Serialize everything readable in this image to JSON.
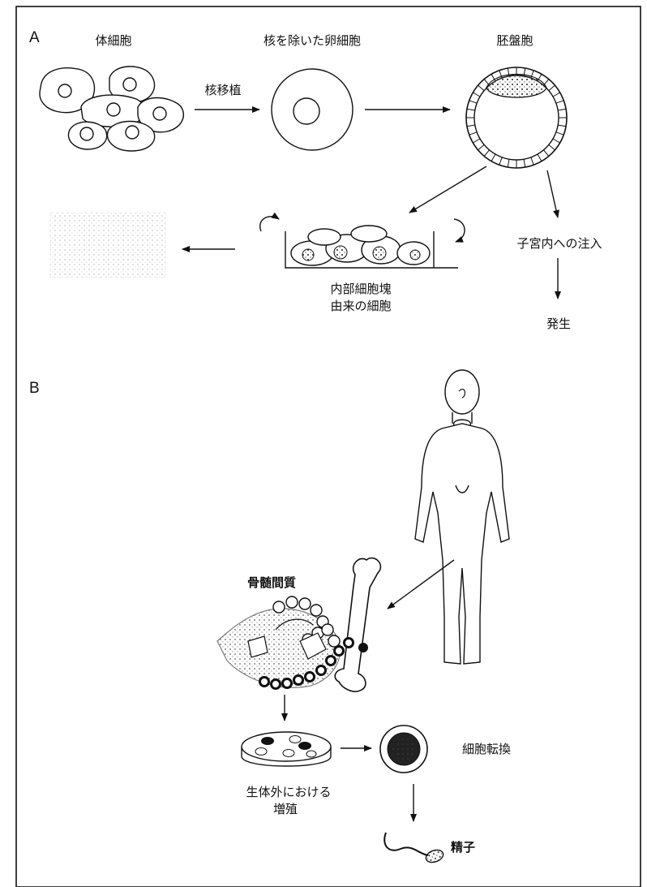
{
  "panel_a": {
    "letter": "A",
    "somatic_cell": "体細胞",
    "enucleated_egg": "核を除いた卵細胞",
    "blastocyst": "胚盤胞",
    "nuclear_transfer": "核移植",
    "uterine_injection": "子宮内への注入",
    "development": "発生",
    "icm_line1": "内部細胞塊",
    "icm_line2": "由来の細胞"
  },
  "panel_b": {
    "letter": "B",
    "bone_marrow_stroma": "骨髄間質",
    "transdifferentiation": "細胞転換",
    "culture_line1": "生体外における",
    "culture_line2": "増殖",
    "sperm": "精子"
  }
}
